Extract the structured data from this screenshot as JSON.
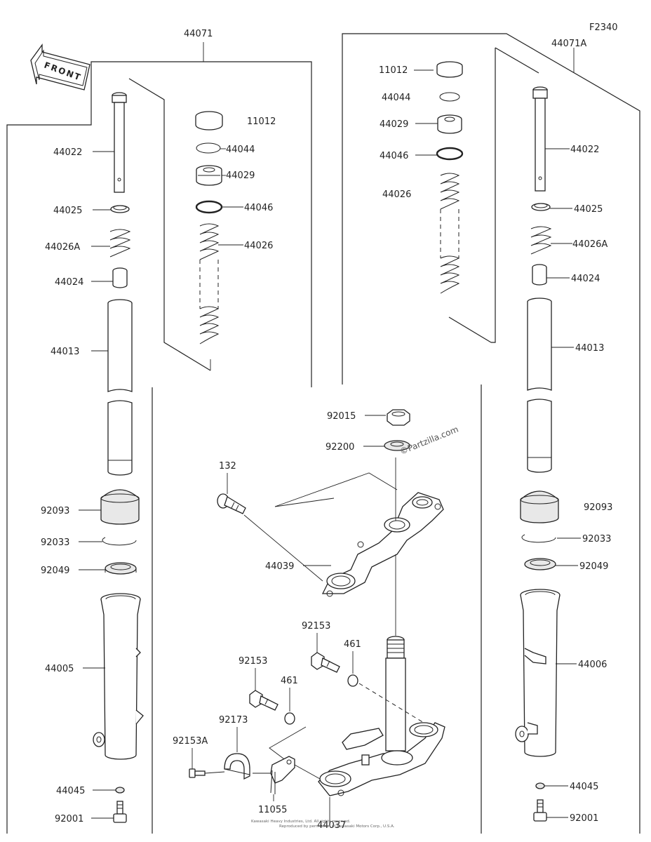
{
  "figure_id": "F2340",
  "front_label": "FRONT",
  "watermark": "©Partzilla.com",
  "copyright_line1": "Kawasaki Heavy Industries, Ltd. All rights reserved.",
  "copyright_line2": "Reproduced by permission of Kawasaki Motors Corp., U.S.A.",
  "assemblies": {
    "left": "44071",
    "right": "44071A"
  },
  "labels": {
    "l_11012": "11012",
    "l_44044": "44044",
    "l_44029": "44029",
    "l_44046": "44046",
    "l_44026": "44026",
    "l_44022": "44022",
    "l_44025": "44025",
    "l_44026A": "44026A",
    "l_44024": "44024",
    "l_44013": "44013",
    "l_92093": "92093",
    "l_92033": "92033",
    "l_92049": "92049",
    "l_44005": "44005",
    "l_44045": "44045",
    "l_92001": "92001",
    "r_11012": "11012",
    "r_44044": "44044",
    "r_44029": "44029",
    "r_44046": "44046",
    "r_44026": "44026",
    "r_44022": "44022",
    "r_44025": "44025",
    "r_44026A": "44026A",
    "r_44024": "44024",
    "r_44013": "44013",
    "r_92093": "92093",
    "r_92033": "92033",
    "r_92049": "92049",
    "r_44006": "44006",
    "r_44045": "44045",
    "r_92001": "92001",
    "c_92015": "92015",
    "c_92200": "92200",
    "c_132": "132",
    "c_44039": "44039",
    "c_92153_a": "92153",
    "c_461_a": "461",
    "c_92153_b": "92153",
    "c_461_b": "461",
    "c_92173": "92173",
    "c_92153A": "92153A",
    "c_11055": "11055",
    "c_44037": "44037"
  }
}
